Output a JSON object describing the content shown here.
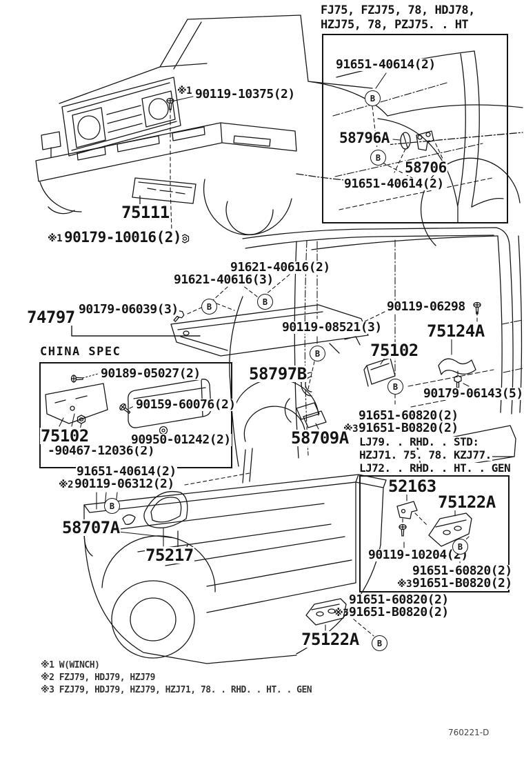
{
  "marker_letter": "B",
  "header": {
    "line1": "FJ75, FZJ75, 78, HDJ78,",
    "line2": "HZJ75, 78, PZJ75. . HT"
  },
  "inset_rear_door": {
    "bolt_top": "91651-40614(2)",
    "clip": "58796A",
    "hook": "58706",
    "bolt_bottom": "91651-40614(2)"
  },
  "front": {
    "screw_prefix": "※1",
    "screw": "90119-10375(2)",
    "plate": "75111",
    "nut_prefix": "※1",
    "nut": "90179-10016(2)"
  },
  "mid": {
    "clip2": "91621-40616(2)",
    "clip3": "91621-40616(3)",
    "bracket": "74797",
    "bolt_06039": "90179-06039(3)",
    "screw_08521": "90119-08521(3)",
    "screw_06298": "90119-06298",
    "support": "75124A",
    "plate": "75102",
    "bolt_06143": "90179-06143(5)",
    "clamp": "58797B",
    "nut_60820": "91651-60820(2)",
    "nut_b0820_prefix": "※3",
    "nut_b0820": "91651-B0820(2)",
    "app_line1": "LJ79. . RHD. . STD:",
    "app_line2": "HZJ71. 75. 78. KZJ77.",
    "app_line3": "LJ72. . RHD. . HT. . GEN",
    "lamp": "58709A"
  },
  "china": {
    "title": "CHINA SPEC",
    "screw_05027": "90189-05027(2)",
    "screw_60076": "90159-60076(2)",
    "plate": "75102",
    "washer_12036": "-90467-12036(2)",
    "clip_01242": "90950-01242(2)"
  },
  "lower_left": {
    "nut_40614": "91651-40614(2)",
    "screw_06312_prefix": "※2",
    "screw_06312": "90119-06312(2)",
    "lamp": "58707A",
    "protector": "75217"
  },
  "inset_bracket": {
    "brace": "52163",
    "bracket": "75122A",
    "screw_10204": "90119-10204(2)",
    "nut_60820": "91651-60820(2)",
    "nut_b0820_prefix": "※3",
    "nut_b0820": "91651-B0820(2)"
  },
  "bottom": {
    "nut_60820": "91651-60820(2)",
    "nut_b0820_prefix": "※3",
    "nut_b0820": "91651-B0820(2)",
    "bracket": "75122A"
  },
  "notes": {
    "note1": "※1 W(WINCH)",
    "note2": "※2 FZJ79, HDJ79, HZJ79",
    "note3": "※3 FZJ79, HDJ79, HZJ79, HZJ71, 78. . RHD. . HT. . GEN"
  },
  "doc_code": "760221-D"
}
